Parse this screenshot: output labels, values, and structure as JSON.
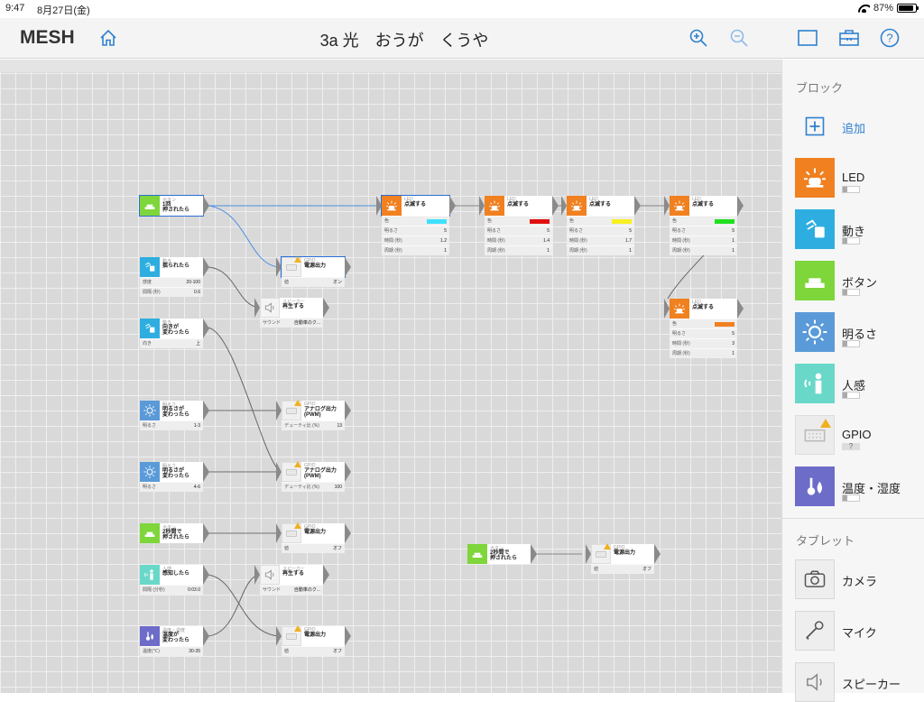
{
  "status": {
    "time": "9:47",
    "date": "8月27日(金)",
    "battery": "87%",
    "battery_level": 0.87
  },
  "topbar": {
    "logo": "MESH",
    "title": "3a 光　おうが　くうや"
  },
  "blocks": {
    "b1": {
      "cat": "ボタン",
      "act1": "1回",
      "act2": "押されたら"
    },
    "b2": {
      "cat": "動き",
      "act1": "揺られたら",
      "p1k": "感度",
      "p1v": "20-100",
      "p2k": "間隔 (秒)",
      "p2v": "0.6"
    },
    "b3": {
      "cat": "動き",
      "act1": "向きが",
      "act2": "変わったら",
      "p1k": "向き",
      "p1v": "上"
    },
    "b4": {
      "cat": "明るさ",
      "act1": "明るさが",
      "act2": "変わったら",
      "p1k": "明るさ",
      "p1v": "1-3"
    },
    "b5": {
      "cat": "明るさ",
      "act1": "明るさが",
      "act2": "変わったら",
      "p1k": "明るさ",
      "p1v": "4-6"
    },
    "b6": {
      "cat": "ボタン",
      "act1": "2秒間で",
      "act2": "押されたら"
    },
    "b7": {
      "cat": "人感",
      "act1": "感知したら",
      "p1k": "間隔 (分秒)",
      "p1v": "0:03.0"
    },
    "b8": {
      "cat": "温度・湿度",
      "act1": "温度が",
      "act2": "変わったら",
      "p1k": "温度(℃)",
      "p1v": "30-35"
    },
    "g1": {
      "cat": "GPIO",
      "act1": "電源出力",
      "p1k": "値",
      "p1v": "オン"
    },
    "s1": {
      "cat": "スピーカー",
      "act1": "再生する",
      "p1k": "サウンド",
      "p1v": "自動車のク..."
    },
    "g2": {
      "cat": "GPIO",
      "act1": "アナログ出力",
      "act2": "(PWM)",
      "p1k": "デューティ比 (%)",
      "p1v": "13"
    },
    "g3": {
      "cat": "GPIO",
      "act1": "アナログ出力",
      "act2": "(PWM)",
      "p1k": "デューティ比 (%)",
      "p1v": "100"
    },
    "g4": {
      "cat": "GPIO",
      "act1": "電源出力",
      "p1k": "値",
      "p1v": "オフ"
    },
    "s2": {
      "cat": "スピーカー",
      "act1": "再生する",
      "p1k": "サウンド",
      "p1v": "自動車のク..."
    },
    "g5": {
      "cat": "GPIO",
      "act1": "電源出力",
      "p1k": "値",
      "p1v": "オフ"
    },
    "l1": {
      "cat": "LED",
      "act1": "点滅する",
      "ck": "色",
      "bk": "明るさ",
      "bv": "5",
      "tk": "時間 (秒)",
      "tv": "1.2",
      "pk": "周期 (秒)",
      "pv": "1",
      "color": "#3fe0ff"
    },
    "l2": {
      "cat": "LED",
      "act1": "点滅する",
      "ck": "色",
      "bk": "明るさ",
      "bv": "5",
      "tk": "時間 (秒)",
      "tv": "1.4",
      "pk": "周期 (秒)",
      "pv": "1",
      "color": "#e01010"
    },
    "l3": {
      "cat": "LED",
      "act1": "点滅する",
      "ck": "色",
      "bk": "明るさ",
      "bv": "5",
      "tk": "時間 (秒)",
      "tv": "1.7",
      "pk": "周期 (秒)",
      "pv": "1",
      "color": "#f8f020"
    },
    "l4": {
      "cat": "LED",
      "act1": "点滅する",
      "ck": "色",
      "bk": "明るさ",
      "bv": "5",
      "tk": "時間 (秒)",
      "tv": "1",
      "pk": "周期 (秒)",
      "pv": "1",
      "color": "#20e020"
    },
    "l5": {
      "cat": "LED",
      "act1": "点滅する",
      "ck": "色",
      "bk": "明るさ",
      "bv": "5",
      "tk": "時間 (秒)",
      "tv": "3",
      "pk": "周期 (秒)",
      "pv": "1",
      "color": "#f08020"
    },
    "b9": {
      "cat": "ボタン",
      "act1": "2秒間で",
      "act2": "押されたら"
    },
    "g6": {
      "cat": "GPIO",
      "act1": "電源出力",
      "p1k": "値",
      "p1v": "オフ"
    }
  },
  "sidebar": {
    "blocks_header": "ブロック",
    "add_label": "追加",
    "items": [
      {
        "label": "LED",
        "icon": "led-icon"
      },
      {
        "label": "動き",
        "icon": "motion-icon"
      },
      {
        "label": "ボタン",
        "icon": "button-icon"
      },
      {
        "label": "明るさ",
        "icon": "brightness-icon"
      },
      {
        "label": "人感",
        "icon": "human-sensor-icon"
      },
      {
        "label": "GPIO",
        "icon": "gpio-icon",
        "badge": "?"
      },
      {
        "label": "温度・湿度",
        "icon": "temperature-icon"
      }
    ],
    "tablet_header": "タブレット",
    "tablet_items": [
      {
        "label": "カメラ",
        "icon": "camera-icon"
      },
      {
        "label": "マイク",
        "icon": "microphone-icon"
      },
      {
        "label": "スピーカー",
        "icon": "speaker-icon"
      }
    ]
  }
}
